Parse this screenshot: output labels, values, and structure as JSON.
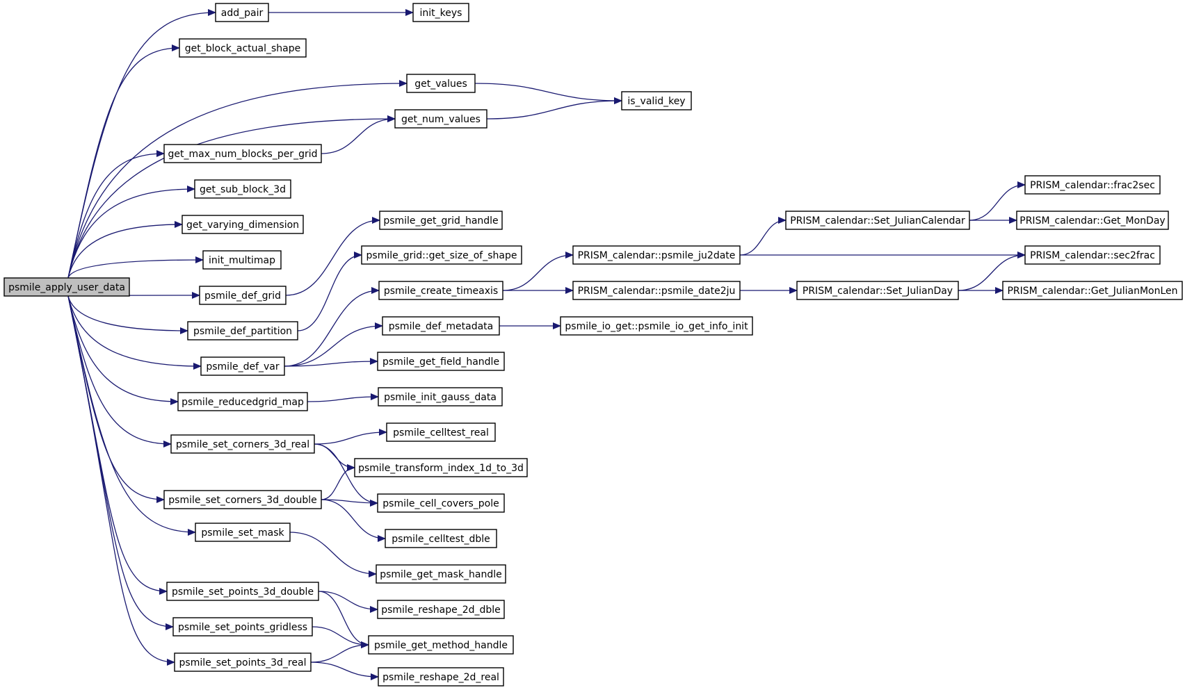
{
  "colors": {
    "edge": "#191970",
    "root_fill": "#bfbfbf",
    "node_fill": "#ffffff",
    "border": "#000000"
  },
  "nodes": [
    {
      "id": "root",
      "label": "psmile_apply_user_data",
      "root": true
    },
    {
      "id": "add_pair",
      "label": "add_pair"
    },
    {
      "id": "init_keys",
      "label": "init_keys"
    },
    {
      "id": "get_block_actual_shape",
      "label": "get_block_actual_shape"
    },
    {
      "id": "get_values",
      "label": "get_values"
    },
    {
      "id": "is_valid_key",
      "label": "is_valid_key"
    },
    {
      "id": "get_num_values",
      "label": "get_num_values"
    },
    {
      "id": "get_max_num_blocks_per_grid",
      "label": "get_max_num_blocks_per_grid"
    },
    {
      "id": "get_sub_block_3d",
      "label": "get_sub_block_3d"
    },
    {
      "id": "get_varying_dimension",
      "label": "get_varying_dimension"
    },
    {
      "id": "init_multimap",
      "label": "init_multimap"
    },
    {
      "id": "psmile_def_grid",
      "label": "psmile_def_grid"
    },
    {
      "id": "psmile_get_grid_handle",
      "label": "psmile_get_grid_handle"
    },
    {
      "id": "psmile_def_partition",
      "label": "psmile_def_partition"
    },
    {
      "id": "get_size_of_shape",
      "label": "psmile_grid::get_size_of_shape"
    },
    {
      "id": "psmile_def_var",
      "label": "psmile_def_var"
    },
    {
      "id": "psmile_create_timeaxis",
      "label": "psmile_create_timeaxis"
    },
    {
      "id": "psmile_def_metadata",
      "label": "psmile_def_metadata"
    },
    {
      "id": "psmile_get_field_handle",
      "label": "psmile_get_field_handle"
    },
    {
      "id": "psmile_reducedgrid_map",
      "label": "psmile_reducedgrid_map"
    },
    {
      "id": "psmile_init_gauss_data",
      "label": "psmile_init_gauss_data"
    },
    {
      "id": "psmile_set_corners_3d_real",
      "label": "psmile_set_corners_3d_real"
    },
    {
      "id": "psmile_celltest_real",
      "label": "psmile_celltest_real"
    },
    {
      "id": "psmile_transform_index",
      "label": "psmile_transform_index_1d_to_3d"
    },
    {
      "id": "psmile_set_corners_3d_double",
      "label": "psmile_set_corners_3d_double"
    },
    {
      "id": "psmile_cell_covers_pole",
      "label": "psmile_cell_covers_pole"
    },
    {
      "id": "psmile_celltest_dble",
      "label": "psmile_celltest_dble"
    },
    {
      "id": "psmile_set_mask",
      "label": "psmile_set_mask"
    },
    {
      "id": "psmile_get_mask_handle",
      "label": "psmile_get_mask_handle"
    },
    {
      "id": "psmile_set_points_3d_double",
      "label": "psmile_set_points_3d_double"
    },
    {
      "id": "psmile_reshape_2d_dble",
      "label": "psmile_reshape_2d_dble"
    },
    {
      "id": "psmile_set_points_gridless",
      "label": "psmile_set_points_gridless"
    },
    {
      "id": "psmile_get_method_handle",
      "label": "psmile_get_method_handle"
    },
    {
      "id": "psmile_set_points_3d_real",
      "label": "psmile_set_points_3d_real"
    },
    {
      "id": "psmile_reshape_2d_real",
      "label": "psmile_reshape_2d_real"
    },
    {
      "id": "psmile_ju2date",
      "label": "PRISM_calendar::psmile_ju2date"
    },
    {
      "id": "psmile_date2ju",
      "label": "PRISM_calendar::psmile_date2ju"
    },
    {
      "id": "psmile_io_get_info_init",
      "label": "psmile_io_get::psmile_io_get_info_init"
    },
    {
      "id": "set_juliancalendar",
      "label": "PRISM_calendar::Set_JulianCalendar"
    },
    {
      "id": "set_julianday",
      "label": "PRISM_calendar::Set_JulianDay"
    },
    {
      "id": "frac2sec",
      "label": "PRISM_calendar::frac2sec"
    },
    {
      "id": "get_monday",
      "label": "PRISM_calendar::Get_MonDay"
    },
    {
      "id": "sec2frac",
      "label": "PRISM_calendar::sec2frac"
    },
    {
      "id": "get_julianmonlen",
      "label": "PRISM_calendar::Get_JulianMonLen"
    }
  ],
  "edges": [
    [
      "root",
      "add_pair"
    ],
    [
      "root",
      "get_block_actual_shape"
    ],
    [
      "root",
      "get_values"
    ],
    [
      "root",
      "get_num_values"
    ],
    [
      "root",
      "get_max_num_blocks_per_grid"
    ],
    [
      "root",
      "get_sub_block_3d"
    ],
    [
      "root",
      "get_varying_dimension"
    ],
    [
      "root",
      "init_multimap"
    ],
    [
      "root",
      "psmile_def_grid"
    ],
    [
      "root",
      "psmile_def_partition"
    ],
    [
      "root",
      "psmile_def_var"
    ],
    [
      "root",
      "psmile_reducedgrid_map"
    ],
    [
      "root",
      "psmile_set_corners_3d_real"
    ],
    [
      "root",
      "psmile_set_corners_3d_double"
    ],
    [
      "root",
      "psmile_set_mask"
    ],
    [
      "root",
      "psmile_set_points_3d_double"
    ],
    [
      "root",
      "psmile_set_points_gridless"
    ],
    [
      "root",
      "psmile_set_points_3d_real"
    ],
    [
      "add_pair",
      "init_keys"
    ],
    [
      "get_values",
      "is_valid_key"
    ],
    [
      "get_num_values",
      "is_valid_key"
    ],
    [
      "get_max_num_blocks_per_grid",
      "get_num_values"
    ],
    [
      "psmile_def_grid",
      "psmile_get_grid_handle"
    ],
    [
      "psmile_def_partition",
      "get_size_of_shape"
    ],
    [
      "psmile_def_var",
      "psmile_create_timeaxis"
    ],
    [
      "psmile_def_var",
      "psmile_def_metadata"
    ],
    [
      "psmile_def_var",
      "psmile_get_field_handle"
    ],
    [
      "psmile_reducedgrid_map",
      "psmile_init_gauss_data"
    ],
    [
      "psmile_set_corners_3d_real",
      "psmile_celltest_real"
    ],
    [
      "psmile_set_corners_3d_real",
      "psmile_transform_index"
    ],
    [
      "psmile_set_corners_3d_real",
      "psmile_cell_covers_pole"
    ],
    [
      "psmile_set_corners_3d_double",
      "psmile_transform_index"
    ],
    [
      "psmile_set_corners_3d_double",
      "psmile_cell_covers_pole"
    ],
    [
      "psmile_set_corners_3d_double",
      "psmile_celltest_dble"
    ],
    [
      "psmile_set_mask",
      "psmile_get_mask_handle"
    ],
    [
      "psmile_set_points_3d_double",
      "psmile_reshape_2d_dble"
    ],
    [
      "psmile_set_points_3d_double",
      "psmile_get_method_handle"
    ],
    [
      "psmile_set_points_gridless",
      "psmile_get_method_handle"
    ],
    [
      "psmile_set_points_3d_real",
      "psmile_get_method_handle"
    ],
    [
      "psmile_set_points_3d_real",
      "psmile_reshape_2d_real"
    ],
    [
      "psmile_create_timeaxis",
      "psmile_ju2date"
    ],
    [
      "psmile_create_timeaxis",
      "psmile_date2ju"
    ],
    [
      "psmile_def_metadata",
      "psmile_io_get_info_init"
    ],
    [
      "psmile_ju2date",
      "set_juliancalendar"
    ],
    [
      "psmile_ju2date",
      "sec2frac"
    ],
    [
      "psmile_date2ju",
      "set_julianday"
    ],
    [
      "set_juliancalendar",
      "frac2sec"
    ],
    [
      "set_juliancalendar",
      "get_monday"
    ],
    [
      "set_julianday",
      "sec2frac"
    ],
    [
      "set_julianday",
      "get_julianmonlen"
    ]
  ]
}
